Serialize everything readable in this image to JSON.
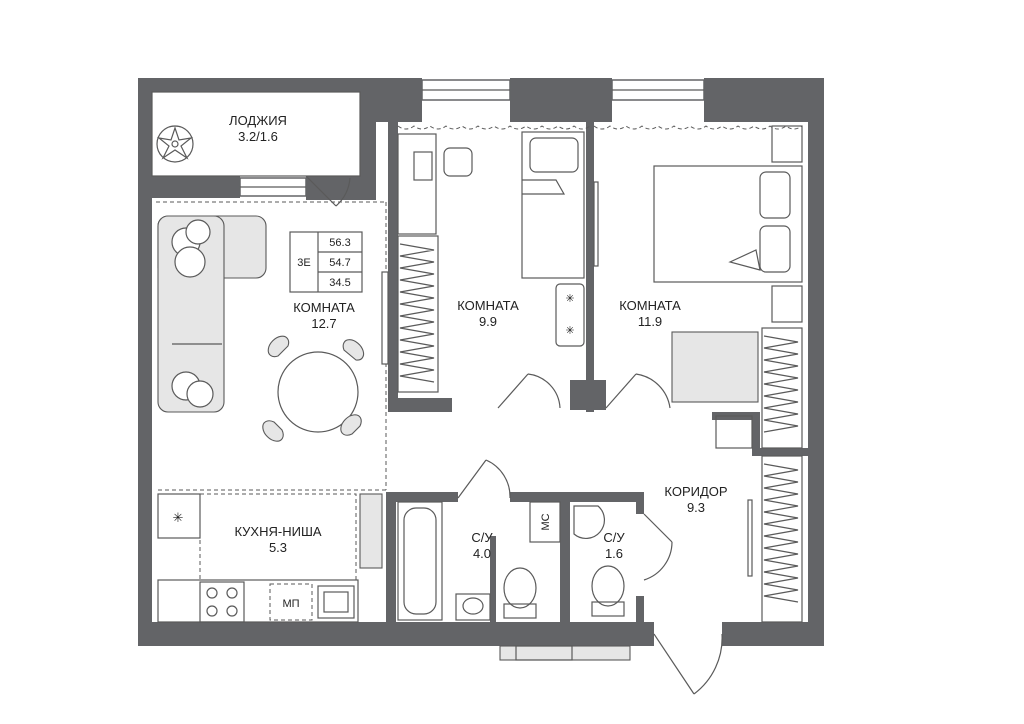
{
  "rooms": {
    "loggia": {
      "name": "ЛОДЖИЯ",
      "area": "3.2/1.6"
    },
    "living": {
      "name": "КОМНАТА",
      "area": "12.7"
    },
    "room_mid": {
      "name": "КОМНАТА",
      "area": "9.9"
    },
    "room_right": {
      "name": "КОМНАТА",
      "area": "11.9"
    },
    "kitchen": {
      "name": "КУХНЯ-НИША",
      "area": "5.3"
    },
    "bath_big": {
      "name": "С/У",
      "area": "4.0"
    },
    "bath_small": {
      "name": "С/У",
      "area": "1.6"
    },
    "corridor": {
      "name": "КОРИДОР",
      "area": "9.3"
    }
  },
  "summary": {
    "floor": "3Е",
    "total": "56.3",
    "living_total": "54.7",
    "living_rooms": "34.5"
  },
  "fixtures": {
    "mc": "МС",
    "mp": "МП"
  },
  "colors": {
    "wall": "#636467",
    "furniture_fill": "#e6e6e6",
    "line": "#5a5a5a"
  },
  "icons": [
    "plant-icon",
    "asterisk-icon",
    "stove-icon",
    "sink-icon",
    "bathtub-icon",
    "toilet-icon",
    "bed-icon",
    "sofa-icon",
    "dining-table-icon",
    "desk-icon",
    "wardrobe-icon"
  ]
}
